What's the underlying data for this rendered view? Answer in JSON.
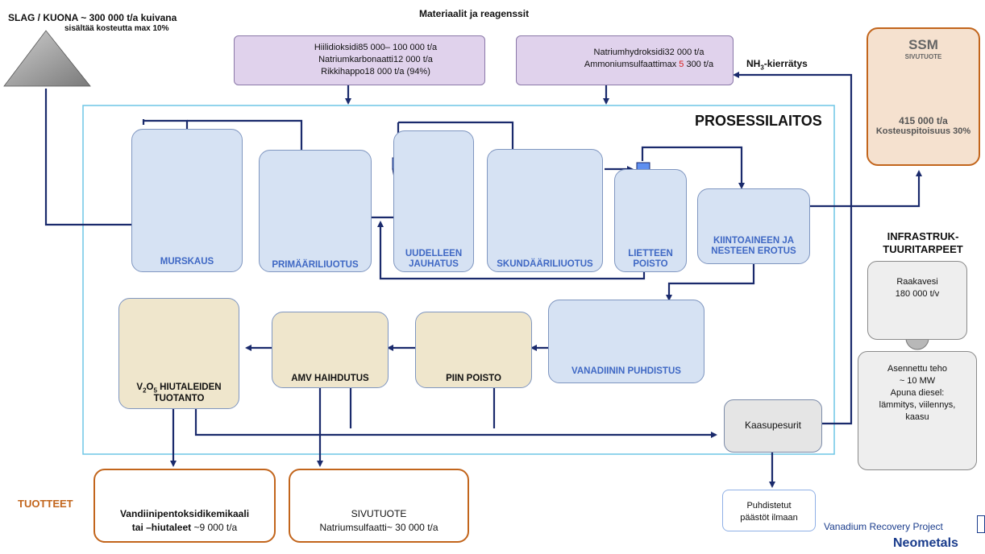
{
  "slag": {
    "title": "SLAG / KUONA ~ 300 000 t/a kuivana",
    "subtitle": "sisältää kosteutta max 10%"
  },
  "materials_heading": "Materiaalit ja reagenssit",
  "reagents_left": {
    "lines": [
      "Hiilidioksidi85 000– 100 000 t/a",
      "Natriumkarbonaatti12 000 t/a",
      "Rikkihappo18 000 t/a (94%)"
    ]
  },
  "reagents_right": {
    "line1": "Natriumhydroksidi32 000 t/a",
    "line2_pre": "Ammoniumsulfaattimax ",
    "line2_red": "5",
    "line2_post": " 300 t/a"
  },
  "nh3": {
    "pre": "NH",
    "sub": "3",
    "post": "-kierrätys"
  },
  "ssm": {
    "title": "SSM",
    "subtitle": "SIVUTUOTE",
    "amount": "415 000 t/a",
    "moisture": "Kosteuspitoisuus 30%"
  },
  "plant_title": "PROSESSILAITOS",
  "units": {
    "murskaus": "MURSKAUS",
    "primaari": "PRIMÄÄRILIUOTUS",
    "uudelleen1": "UUDELLEEN",
    "uudelleen2": "JAUHATUS",
    "skundaari": "SKUNDÄÄRILIUOTUS",
    "lietteen1": "LIETTEEN",
    "lietteen2": "POISTO",
    "kiinto1": "KIINTOAINEEN JA",
    "kiinto2": "NESTEEN EROTUS",
    "vanadiini": "VANADIININ PUHDISTUS",
    "piin": "PIIN POISTO",
    "amv": "AMV HAIHDUTUS",
    "v2o5_pre": "V",
    "v2o5_sub1": "2",
    "v2o5_mid": "O",
    "v2o5_sub2": "5",
    "v2o5_post": " HIUTALEIDEN",
    "v2o5_line2": "TUOTANTO",
    "kaasupesurit": "Kaasupesurit"
  },
  "infra": {
    "title1": "INFRASTRUK-",
    "title2": "TUURITARPEET",
    "water1": "Raakavesi",
    "water2": "180 000 t/v",
    "power": [
      "Asennettu teho",
      "~ 10 MW",
      "Apuna diesel:",
      "lämmitys, viilennys,",
      "kaasu"
    ]
  },
  "tuotteet": "TUOTTEET",
  "product1": {
    "line1": "Vandiinipentoksidikemikaali",
    "line2_bold": "tai –hiutaleet",
    "line2_rest": "  ~9 000 t/a"
  },
  "product2": {
    "line1": "SIVUTUOTE",
    "line2": "Natriumsulfaatti~ 30 000 t/a"
  },
  "emissions": {
    "line1": "Puhdistetut",
    "line2": "päästöt ilmaan"
  },
  "footer": {
    "project": "Vanadium Recovery Project",
    "logo": "Neometals"
  },
  "colors": {
    "arrow": "#1a2a6c",
    "plant_border": "#6ec6e6",
    "unit_fill": "#d6e2f3",
    "tan_fill": "#efe6cc",
    "product_border": "#c2651c",
    "accent_red": "#d62020"
  }
}
